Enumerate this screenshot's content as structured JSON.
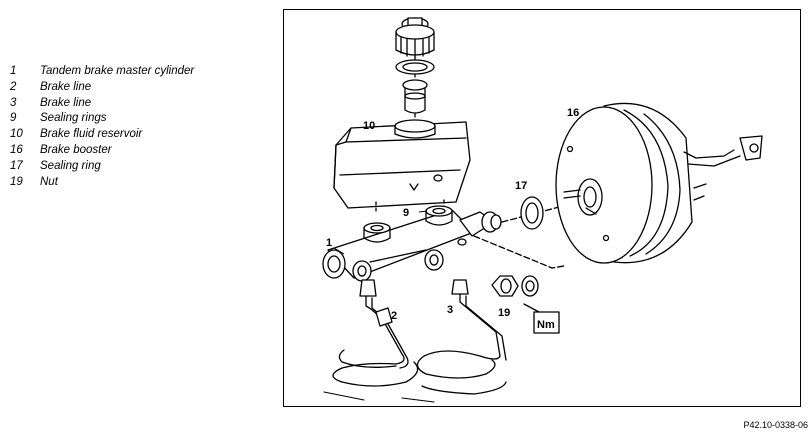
{
  "legend": [
    {
      "num": "1",
      "text": "Tandem brake master cylinder"
    },
    {
      "num": "2",
      "text": "Brake line"
    },
    {
      "num": "3",
      "text": "Brake line"
    },
    {
      "num": "9",
      "text": "Sealing rings"
    },
    {
      "num": "10",
      "text": "Brake fluid reservoir"
    },
    {
      "num": "16",
      "text": "Brake booster"
    },
    {
      "num": "17",
      "text": "Sealing ring"
    },
    {
      "num": "19",
      "text": "Nut"
    }
  ],
  "callouts": {
    "c1": "1",
    "c2": "2",
    "c3": "3",
    "c9": "9",
    "c10": "10",
    "c16": "16",
    "c17": "17",
    "c19": "19",
    "nm": "Nm"
  },
  "figure_code": "P42.10-0338-06"
}
